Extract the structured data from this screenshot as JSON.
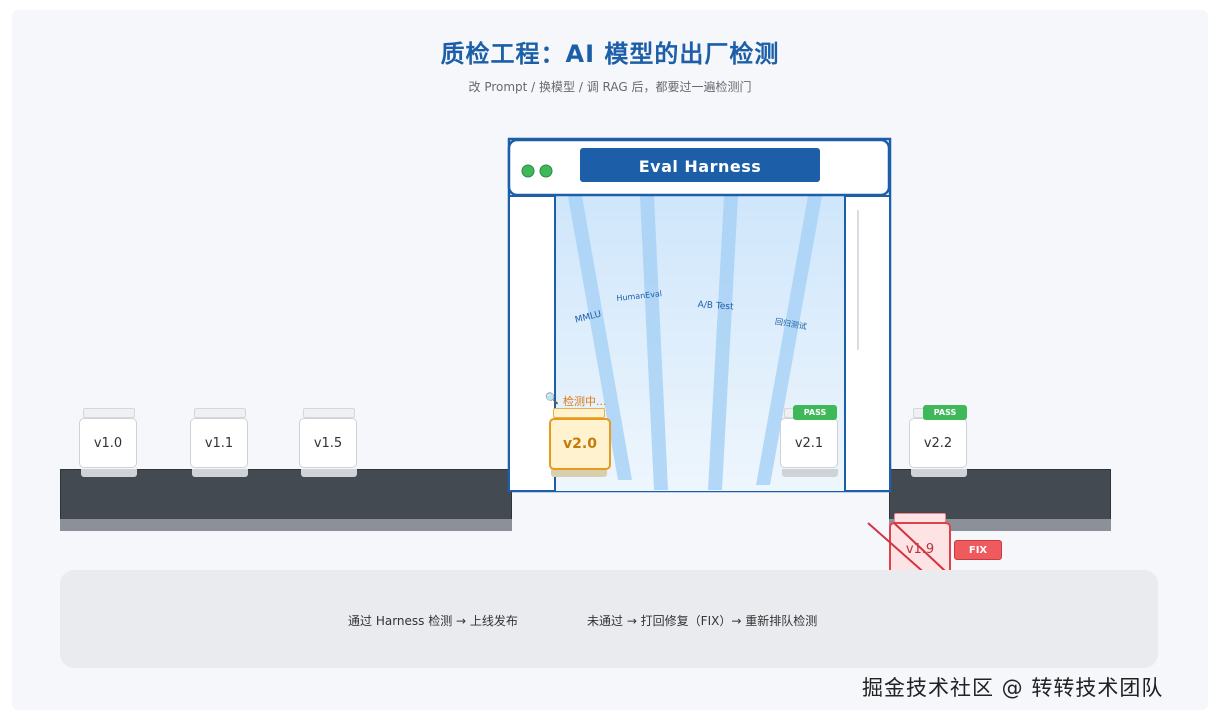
{
  "header": {
    "title": "质检工程：AI 模型的出厂检测",
    "subtitle": "改 Prompt / 换模型 / 调 RAG 后，都要过一遍检测门"
  },
  "harness": {
    "label": "Eval Harness",
    "beam_labels": [
      "MMLU",
      "HumanEval",
      "A/B Test",
      "回归测试"
    ]
  },
  "boxes": {
    "queued": [
      "v1.0",
      "v1.1",
      "v1.5"
    ],
    "testing": "v2.0",
    "testing_status": "检测中...",
    "inside_passed": "v2.1",
    "released": "v2.2",
    "rejected": "v1.9",
    "pass_label": "PASS",
    "fix_label": "FIX"
  },
  "legend": {
    "pass_text": "通过 Harness 检测 → 上线发布",
    "fail_text": "未通过 → 打回修复（FIX）→ 重新排队检测"
  },
  "watermark": "掘金技术社区 @ 转转技术团队",
  "colors": {
    "title_blue": "#1c5fa8",
    "pass_green": "#3fb85a",
    "testing_orange": "#e89a1c",
    "reject_red": "#e0424a",
    "belt_dark": "#444a52"
  }
}
